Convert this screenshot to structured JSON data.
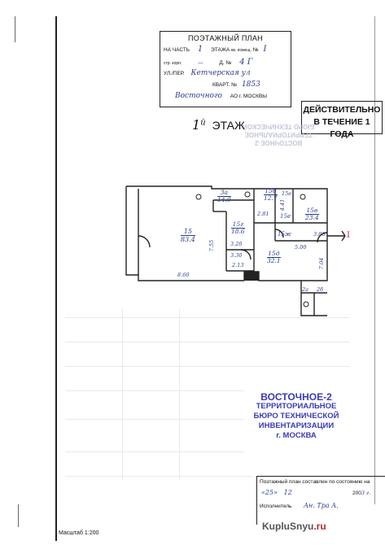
{
  "header": {
    "title": "ПОЭТАЖНЫЙ ПЛАН",
    "part_label": "НА ЧАСТЬ",
    "part_value": "1",
    "floor_label": "ЭТАЖА",
    "apt_label": "кв. помещ.",
    "no_label": "№",
    "apt_value": "I",
    "building_label": "стр. корп.",
    "building_value": "—",
    "house_label": "Д. №",
    "house_value": "4 Г",
    "street_label": "УЛ./ПЕР.",
    "street_value": "Кетчерская ул",
    "block_label": "КВАРТ. №",
    "block_value": "1853",
    "district_value": "Восточного",
    "district_label": "АО г. МОСКВЫ"
  },
  "validity": {
    "line1": "ДЕЙСТВИТЕЛЬНО",
    "line2": "В ТЕЧЕНИЕ 1 ГОДА"
  },
  "floor_title": {
    "number": "1",
    "suffix": "й",
    "label": "ЭТАЖ"
  },
  "ghost_stamp": {
    "line1": "ВОСТОЧНОЕ-2",
    "line2": "ТЕРРИТОРИАЛЬНОЕ",
    "line3": "БЮРО ТЕХНИЧЕСКОЙ"
  },
  "plan_labels": [
    {
      "id": "r15",
      "text": "15",
      "sub": "83.4"
    },
    {
      "id": "r3a",
      "text": "3а",
      "sub": "14.0"
    },
    {
      "id": "r15b",
      "text": "15б",
      "sub": "12.7"
    },
    {
      "id": "r15v",
      "text": "15в",
      "sub": "23.4"
    },
    {
      "id": "r15g",
      "text": "15г",
      "sub": "18.6"
    },
    {
      "id": "r15d",
      "text": "15д",
      "sub": "32.1"
    },
    {
      "id": "r15e",
      "text": "15е",
      "sub": ""
    },
    {
      "id": "r15zh",
      "text": "15ж",
      "sub": ""
    },
    {
      "id": "r15ye",
      "text": "15е",
      "sub": ""
    },
    {
      "id": "r2a",
      "text": "2а",
      "sub": ""
    },
    {
      "id": "r2b",
      "text": "2б",
      "sub": ""
    }
  ],
  "dimensions": [
    "2.81",
    "4.41",
    "3.20",
    "3.30",
    "2.13",
    "5.00",
    "3.88",
    "8.60",
    "7.55",
    "7.04"
  ],
  "stamp": {
    "line1": "ВОСТОЧНОЕ-2",
    "line2": "ТЕРРИТОРИАЛЬНОЕ",
    "line3": "БЮРО ТЕХНИЧЕСКОЙ",
    "line4": "ИНВЕНТАРИЗАЦИИ",
    "line5": "г. МОСКВА"
  },
  "footer": {
    "compiled": "Поэтажный план составлен по состоянию на",
    "day": "25",
    "month": "12",
    "year_prefix": "200",
    "year_suffix": "3 г.",
    "executor_label": "Исполнитель",
    "executor_value": "Ан. Тра А.",
    "scale": "Масштаб 1:200"
  },
  "watermark": {
    "brand": "KupluSnyu",
    "tld": ".ru"
  }
}
